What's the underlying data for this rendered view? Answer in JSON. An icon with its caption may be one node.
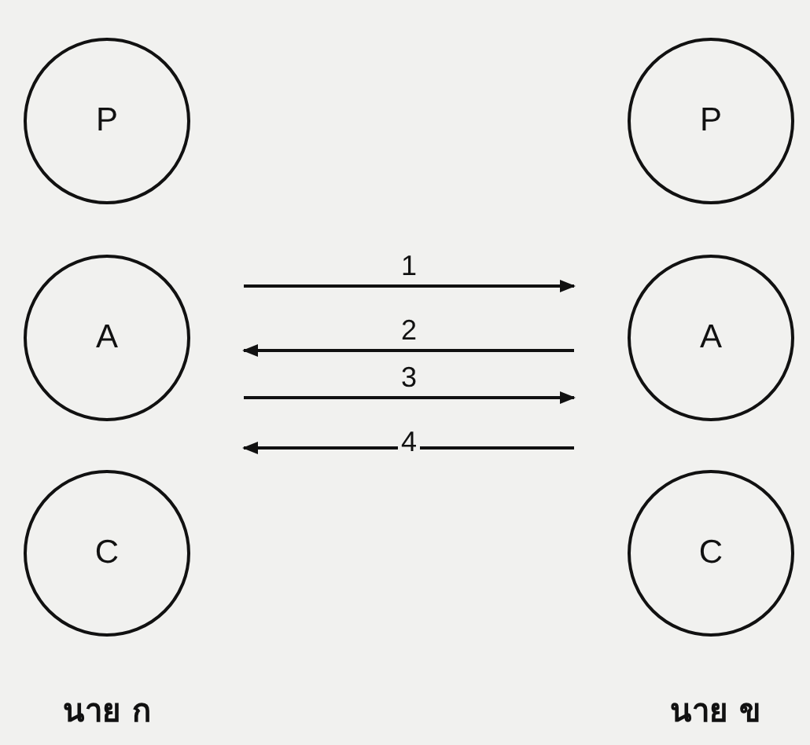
{
  "diagram": {
    "nodes": [
      {
        "text": [
          "P"
        ]
      },
      {
        "text": [
          "A"
        ]
      },
      {
        "text": [
          "C"
        ]
      },
      {
        "text": [
          "P"
        ]
      },
      {
        "text": [
          "A"
        ]
      },
      {
        "text": [
          "C"
        ]
      }
    ],
    "edges": [
      {
        "from": 1,
        "to": 4,
        "arrow": "to",
        "label": "1"
      },
      {
        "from": 4,
        "to": 1,
        "arrow": "to",
        "label": "2"
      },
      {
        "from": 1,
        "to": 4,
        "arrow": "to",
        "label": "3"
      },
      {
        "from": 4,
        "to": 1,
        "arrow": "to",
        "label": "4"
      }
    ],
    "labels": [
      "นาย ก",
      "นาย ข"
    ]
  }
}
